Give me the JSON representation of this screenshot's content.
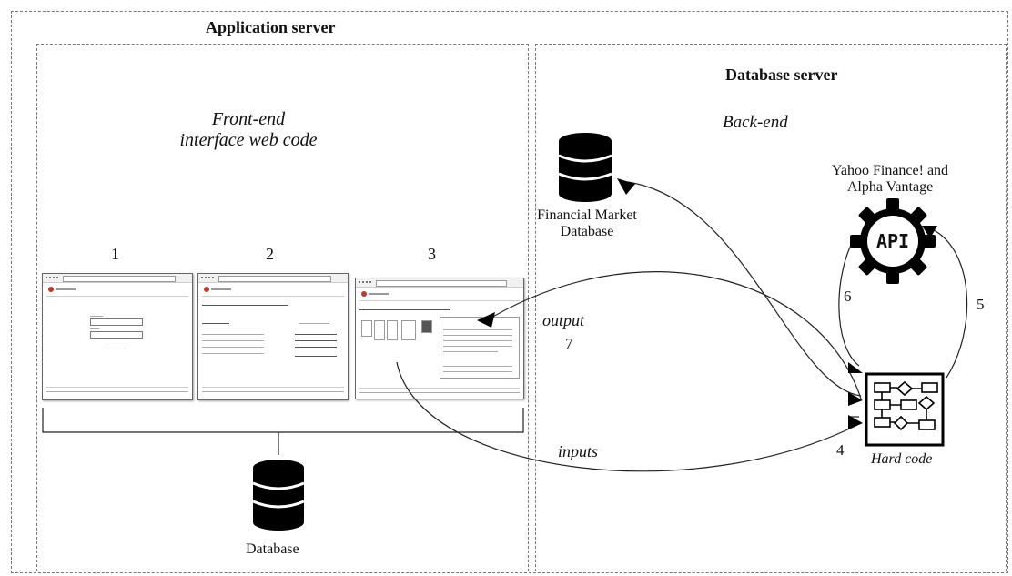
{
  "app_server": {
    "title": "Application server",
    "frontend_label_line1": "Front-end",
    "frontend_label_line2": "interface web code"
  },
  "db_server": {
    "title": "Database server",
    "backend_label": "Back-end"
  },
  "screens": [
    {
      "number": "1"
    },
    {
      "number": "2"
    },
    {
      "number": "3"
    }
  ],
  "database_label": "Database",
  "financial_db": {
    "line1": "Financial Market",
    "line2": "Database"
  },
  "api": {
    "icon_text": "API",
    "line1": "Yahoo Finance! and",
    "line2": "Alpha Vantage"
  },
  "hard_code_label": "Hard code",
  "flows": {
    "output_label": "output",
    "output_number": "7",
    "inputs_label": "inputs",
    "step_4": "4",
    "step_5": "5",
    "step_6": "6"
  },
  "colors": {
    "line": "#222222",
    "dashed_border": "#777777",
    "icon_fill": "#000000"
  }
}
